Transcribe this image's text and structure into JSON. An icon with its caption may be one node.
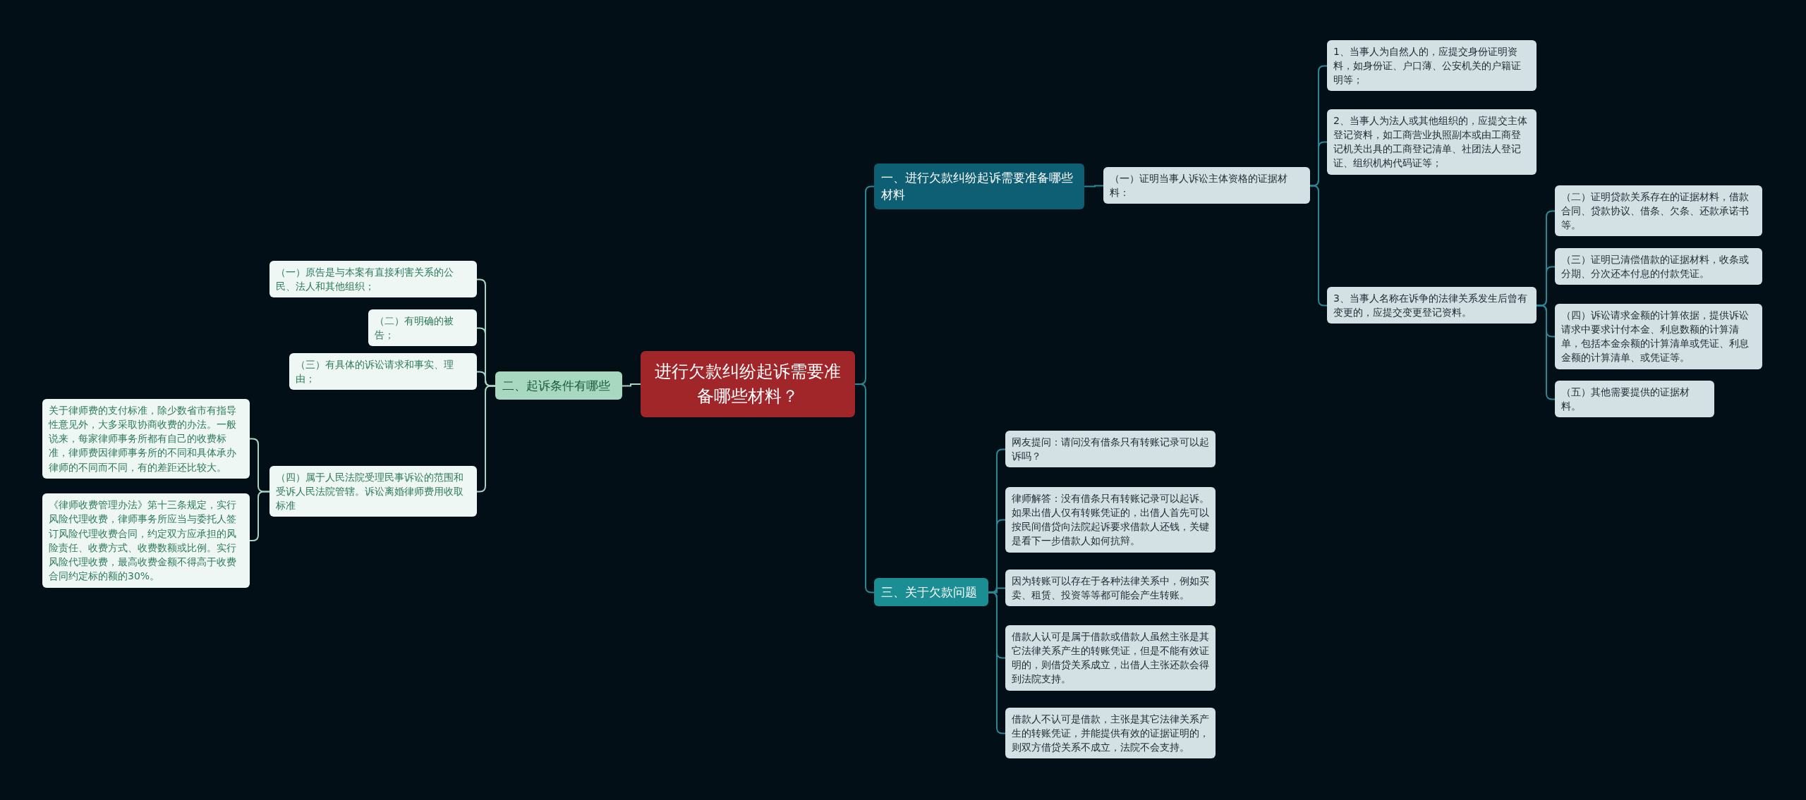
{
  "diagram": {
    "nodes": [
      {
        "text": [
          "进行欠款纠纷起诉需要准备哪些材料？"
        ]
      },
      {
        "text": [
          "一、进行欠款纠纷起诉需要准备哪些材料"
        ]
      },
      {
        "text": [
          "（一）证明当事人诉讼主体资格的证据材料："
        ]
      },
      {
        "text": [
          "1、当事人为自然人的，应提交身份证明资料，如身份证、户口薄、公安机关的户籍证明等；"
        ]
      },
      {
        "text": [
          "2、当事人为法人或其他组织的，应提交主体登记资料，如工商营业执照副本或由工商登记机关出具的工商登记清单、社团法人登记证、组织机构代码证等；"
        ]
      },
      {
        "text": [
          "3、当事人名称在诉争的法律关系发生后曾有变更的，应提交变更登记资料。"
        ]
      },
      {
        "text": [
          "（二）证明贷款关系存在的证据材料，借款合同、贷款协议、借条、欠条、还款承诺书等。"
        ]
      },
      {
        "text": [
          "（三）证明已清偿借款的证据材料，收条或分期、分次还本付息的付款凭证。"
        ]
      },
      {
        "text": [
          "（四）诉讼请求金额的计算依据，提供诉讼请求中要求计付本金、利息数额的计算清单，包括本金余额的计算清单或凭证、利息金额的计算清单、或凭证等。"
        ]
      },
      {
        "text": [
          "（五）其他需要提供的证据材料。"
        ]
      },
      {
        "text": [
          "二、起诉条件有哪些"
        ]
      },
      {
        "text": [
          "（一）原告是与本案有直接利害关系的公民、法人和其他组织；"
        ]
      },
      {
        "text": [
          "（二）有明确的被告；"
        ]
      },
      {
        "text": [
          "（三）有具体的诉讼请求和事实、理由；"
        ]
      },
      {
        "text": [
          "（四）属于人民法院受理民事诉讼的范围和受诉人民法院管辖。诉讼离婚律师费用收取标准"
        ]
      },
      {
        "text": [
          "关于律师费的支付标准，除少数省市有指导性意见外，大多采取协商收费的办法。一般说来，每家律师事务所都有自己的收费标准，律师费因律师事务所的不同和具体承办律师的不同而不同，有的差距还比较大。"
        ]
      },
      {
        "text": [
          "《律师收费管理办法》第十三条规定，实行风险代理收费，律师事务所应当与委托人签订风险代理收费合同，约定双方应承担的风险责任、收费方式、收费数额或比例。实行风险代理收费，最高收费金额不得高于收费合同约定标的额的30%。"
        ]
      },
      {
        "text": [
          "三、关于欠款问题"
        ]
      },
      {
        "text": [
          "网友提问：请问没有借条只有转账记录可以起诉吗？"
        ]
      },
      {
        "text": [
          "律师解答：没有借条只有转账记录可以起诉。如果出借人仅有转账凭证的，出借人首先可以按民间借贷向法院起诉要求借款人还钱，关键是看下一步借款人如何抗辩。"
        ]
      },
      {
        "text": [
          "因为转账可以存在于各种法律关系中，例如买卖、租赁、投资等等都可能会产生转账。"
        ]
      },
      {
        "text": [
          "借款人认可是属于借款或借款人虽然主张是其它法律关系产生的转账凭证，但是不能有效证明的，则借贷关系成立，出借人主张还款会得到法院支持。"
        ]
      },
      {
        "text": [
          "借款人不认可是借款，主张是其它法律关系产生的转账凭证，并能提供有效的证据证明的，则双方借贷关系不成立，法院不会支持。"
        ]
      }
    ],
    "edges": [
      {
        "from": 0,
        "to": 1,
        "arrow": "none"
      },
      {
        "from": 1,
        "to": 2,
        "arrow": "none"
      },
      {
        "from": 2,
        "to": 3,
        "arrow": "none"
      },
      {
        "from": 2,
        "to": 4,
        "arrow": "none"
      },
      {
        "from": 2,
        "to": 5,
        "arrow": "none"
      },
      {
        "from": 5,
        "to": 6,
        "arrow": "none"
      },
      {
        "from": 5,
        "to": 7,
        "arrow": "none"
      },
      {
        "from": 5,
        "to": 8,
        "arrow": "none"
      },
      {
        "from": 5,
        "to": 9,
        "arrow": "none"
      },
      {
        "from": 0,
        "to": 10,
        "arrow": "none",
        "color": "#a8d4c4"
      },
      {
        "from": 10,
        "to": 11,
        "arrow": "none",
        "color": "#a8d4c4"
      },
      {
        "from": 10,
        "to": 12,
        "arrow": "none",
        "color": "#a8d4c4"
      },
      {
        "from": 10,
        "to": 13,
        "arrow": "none",
        "color": "#a8d4c4"
      },
      {
        "from": 10,
        "to": 14,
        "arrow": "none",
        "color": "#a8d4c4"
      },
      {
        "from": 14,
        "to": 15,
        "arrow": "none",
        "color": "#a8d4c4"
      },
      {
        "from": 14,
        "to": 16,
        "arrow": "none",
        "color": "#a8d4c4"
      },
      {
        "from": 0,
        "to": 17,
        "arrow": "none"
      },
      {
        "from": 17,
        "to": 18,
        "arrow": "none"
      },
      {
        "from": 17,
        "to": 19,
        "arrow": "none"
      },
      {
        "from": 17,
        "to": 20,
        "arrow": "none"
      },
      {
        "from": 17,
        "to": 21,
        "arrow": "none"
      },
      {
        "from": 17,
        "to": 22,
        "arrow": "none"
      }
    ]
  }
}
